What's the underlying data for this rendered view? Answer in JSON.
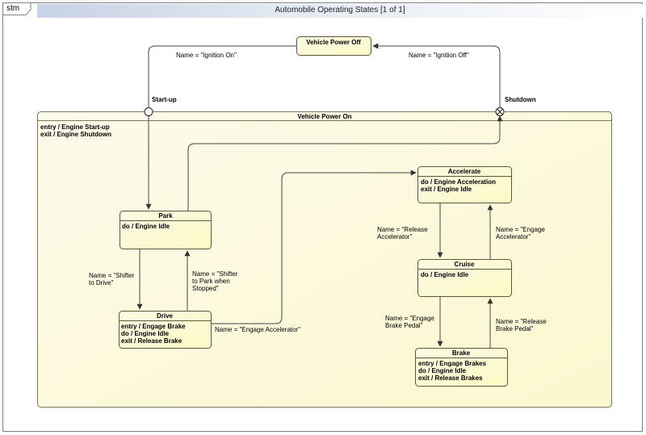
{
  "diagram_tag": "stm",
  "title": "Automobile Operating States [1 of 1]",
  "states": {
    "power_off": {
      "name": "Vehicle Power Off"
    },
    "power_on": {
      "name": "Vehicle Power On",
      "behaviors": [
        "entry / Engine Start-up",
        "exit / Engine Shutdown"
      ]
    },
    "park": {
      "name": "Park",
      "behaviors": [
        "do / Engine Idle"
      ]
    },
    "drive": {
      "name": "Drive",
      "behaviors": [
        "entry / Engage Brake",
        "do / Engine Idle",
        "exit / Release Brake"
      ]
    },
    "accelerate": {
      "name": "Accelerate",
      "behaviors": [
        "do / Engine Acceleration",
        "exit / Engine Idle"
      ]
    },
    "cruise": {
      "name": "Cruise",
      "behaviors": [
        "do / Engine Idle"
      ]
    },
    "brake": {
      "name": "Brake",
      "behaviors": [
        "entry / Engage Brakes",
        "do / Engine Idle",
        "exit / Release Brakes"
      ]
    }
  },
  "pseudostates": {
    "startup": "Start-up",
    "shutdown": "Shutdown"
  },
  "transitions": {
    "ignition_on": "Name = \"Ignition On\"",
    "ignition_off": "Name = \"Ignition Off\"",
    "shifter_drive": [
      "Name = \"Shifter",
      "to Drive\""
    ],
    "shifter_park": [
      "Name = \"Shifter",
      "to Park when",
      "Stopped\""
    ],
    "engage_accel_drive": "Name = \"Engage Accelerator\"",
    "release_accel": [
      "Name = \"Release",
      "Accelerator\""
    ],
    "engage_accel_cruise": [
      "Name = \"Engage",
      "Accelerator\""
    ],
    "engage_brake": [
      "Name = \"Engage",
      "Brake Pedal\""
    ],
    "release_brake": [
      "Name = \"Release",
      "Brake Pedal\""
    ]
  }
}
